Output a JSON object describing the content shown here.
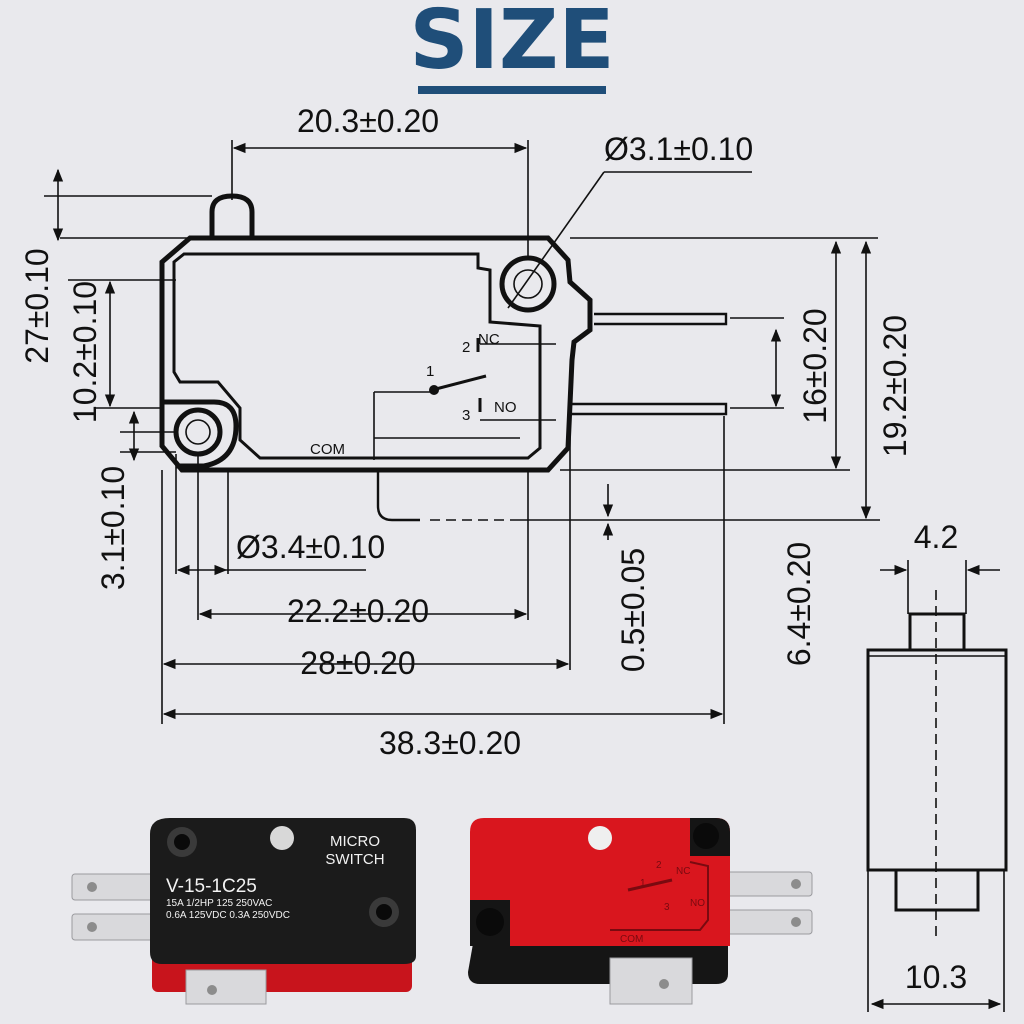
{
  "title": "SIZE",
  "dimensions": {
    "top_width": "20.3±0.20",
    "mount_hole": "Ø3.1±0.10",
    "overall_height": "27±0.10",
    "inner_height": "10.2±0.10",
    "hole_offset": "3.1±0.10",
    "com_hole": "Ø3.4±0.10",
    "hole_spacing": "22.2±0.20",
    "body_length": "28±0.20",
    "overall_length": "38.3±0.20",
    "terminal_thickness": "0.5±0.05",
    "terminal_gap": "6.4±0.20",
    "terminal_height": "16±0.20",
    "body_height": "19.2±0.20",
    "plunger_width": "4.2",
    "side_width": "10.3"
  },
  "terminals": {
    "nc_num": "2",
    "nc": "NC",
    "com_num": "1",
    "no_num": "3",
    "no": "NO",
    "com": "COM"
  },
  "photo_left": {
    "brand_line1": "MICRO",
    "brand_line2": "SWITCH",
    "model": "V-15-1C25",
    "rating1": "15A 1/2HP 125 250VAC",
    "rating2": "0.6A 125VDC 0.3A 250VDC"
  },
  "photo_right": {
    "nc_num": "2",
    "nc": "NC",
    "com_num": "1",
    "no_num": "3",
    "no": "NO",
    "com": "COM"
  }
}
